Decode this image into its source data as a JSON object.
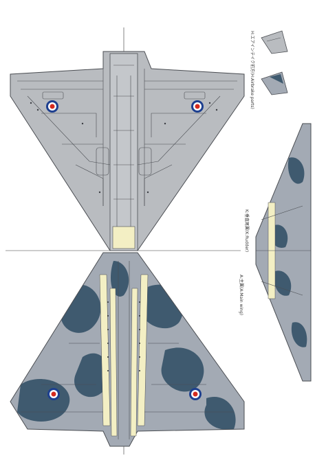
{
  "sheet": {
    "labels": {
      "main_wing": "A:主翼(A:Main wing)",
      "rudder": "K:垂直尾翼(K:Rudder)",
      "airbrake": "H:エアインテイク前方(H:Airbrake parts)"
    },
    "roundel_colors": [
      "#1d3f8f",
      "#ffffff",
      "#d52b1e"
    ],
    "colors": {
      "grey_scheme": "#b9bcc0",
      "camo_grey": "#a3aab4",
      "camo_blue": "#3f5a6f",
      "panel_lines": "#4a4d52",
      "cream_parts": "#f3efc4"
    }
  }
}
